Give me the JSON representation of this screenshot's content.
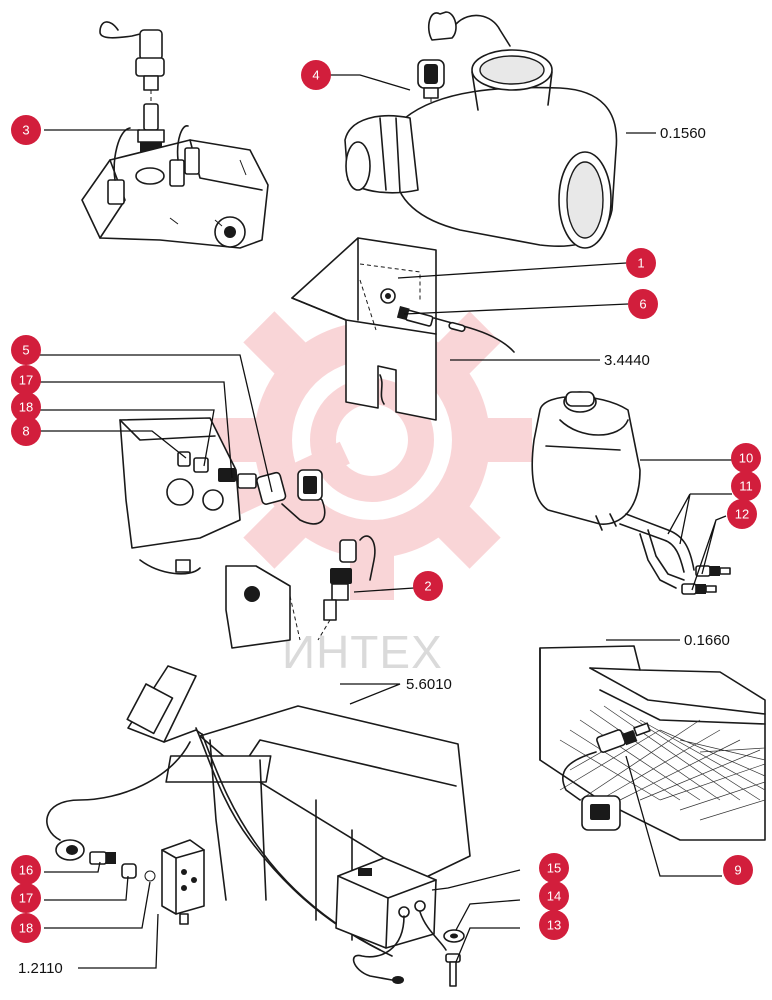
{
  "watermark": {
    "text": "ИНТЕХ",
    "color": "#e8434f"
  },
  "callout_color": "#d21e3c",
  "callouts": [
    {
      "id": "c1",
      "label": "1"
    },
    {
      "id": "c2",
      "label": "2"
    },
    {
      "id": "c3",
      "label": "3"
    },
    {
      "id": "c4",
      "label": "4"
    },
    {
      "id": "c5",
      "label": "5"
    },
    {
      "id": "c6",
      "label": "6"
    },
    {
      "id": "c8",
      "label": "8"
    },
    {
      "id": "c9",
      "label": "9"
    },
    {
      "id": "c10",
      "label": "10"
    },
    {
      "id": "c11",
      "label": "11"
    },
    {
      "id": "c12",
      "label": "12"
    },
    {
      "id": "c13",
      "label": "13"
    },
    {
      "id": "c14",
      "label": "14"
    },
    {
      "id": "c15",
      "label": "15"
    },
    {
      "id": "c16",
      "label": "16"
    },
    {
      "id": "c17a",
      "label": "17"
    },
    {
      "id": "c17b",
      "label": "17"
    },
    {
      "id": "c18a",
      "label": "18"
    },
    {
      "id": "c18b",
      "label": "18"
    }
  ],
  "references": [
    {
      "id": "r1",
      "label": "0.1560"
    },
    {
      "id": "r2",
      "label": "3.4440"
    },
    {
      "id": "r3",
      "label": "0.1660"
    },
    {
      "id": "r4",
      "label": "5.6010"
    },
    {
      "id": "r5",
      "label": "1.2110"
    }
  ]
}
